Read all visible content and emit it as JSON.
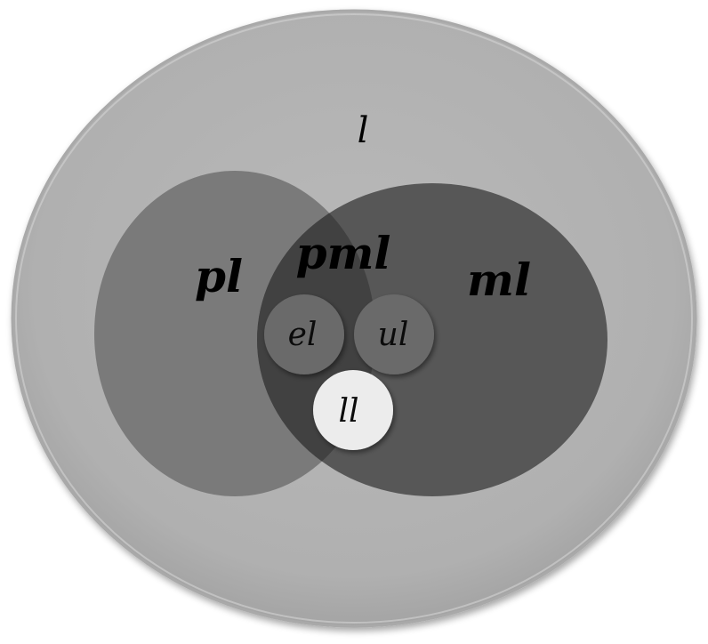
{
  "diagram": {
    "colors": {
      "outer": "#b3b3b3",
      "left_set": "#7a7a7a",
      "right_set": "#575757",
      "intersection": "#414141",
      "small_sets": "#6a6a6a",
      "highlight": "#ececec"
    },
    "labels": {
      "universe": "l",
      "left": "pl",
      "right": "ml",
      "intersection": "pml",
      "el": "el",
      "ul": "ul",
      "ll": "ll"
    }
  }
}
